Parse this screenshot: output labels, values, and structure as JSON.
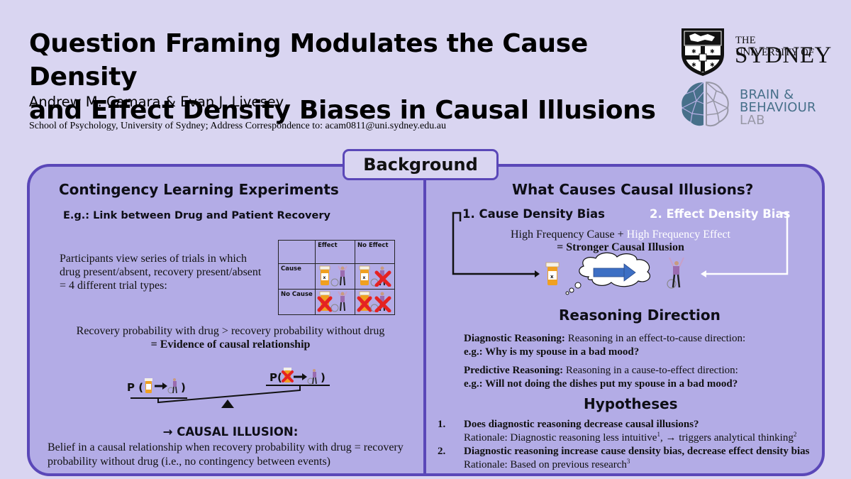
{
  "header": {
    "title_line1": "Question Framing Modulates the Cause Density",
    "title_line2": "and Effect Density Biases in Causal Illusions",
    "authors": "Andrew M. Camara & Evan J. Livesey",
    "affiliation": "School of Psychology, University of Sydney; Address Correspondence to: acam0811@uni.sydney.edu.au"
  },
  "logos": {
    "university": {
      "line1": "THE UNIVERSITY OF",
      "line2": "SYDNEY",
      "icon": "university-crest-icon"
    },
    "lab": {
      "line1": "BRAIN &",
      "line2": "BEHAVIOUR",
      "line3": "LAB",
      "icon": "brain-icon",
      "colors": {
        "primary": "#47708a",
        "secondary": "#9797a5"
      }
    }
  },
  "section": {
    "title": "Background",
    "colors": {
      "panel": "#b3ace6",
      "border": "#5a47b8",
      "page": "#d9d5f1"
    }
  },
  "left": {
    "heading": "Contingency  Learning Experiments",
    "subheading": "E.g.: Link between Drug and Patient Recovery",
    "description": "Participants view series of trials in which drug present/absent, recovery present/absent = 4 different trial types:",
    "table": {
      "columns": [
        "",
        "Effect",
        "No Effect"
      ],
      "rows": [
        {
          "label": "Cause",
          "cells": [
            "pill-bottle-icon + recovered-person-icon",
            "pill-bottle-icon + crossed-recovered-person-icon"
          ]
        },
        {
          "label": "No Cause",
          "cells": [
            "crossed-pill-bottle-icon + recovered-person-icon",
            "crossed-pill-bottle-icon + crossed-recovered-person-icon"
          ]
        }
      ]
    },
    "evidence_line1": "Recovery probability with drug > recovery probability without drug",
    "evidence_line2": "= Evidence of causal relationship",
    "balance": {
      "left_label_prefix": "P (",
      "left_label_suffix": ")",
      "right_label_prefix": "P(",
      "right_label_suffix": ")"
    },
    "illusion_heading": "→ CAUSAL ILLUSION:",
    "illusion_description": "Belief in a causal relationship when recovery probability with drug = recovery probability without drug (i.e., no contingency between events)"
  },
  "right": {
    "heading": "What Causes Causal Illusions?",
    "cause_bias": "1. Cause Density Bias",
    "effect_bias": "2. Effect Density Bias",
    "freq_cause": "High Frequency Cause + ",
    "freq_effect": "High  Frequency Effect",
    "stronger": "=  Stronger Causal Illusion",
    "reasoning_heading": "Reasoning Direction",
    "diagnostic": {
      "label": "Diagnostic Reasoning:",
      "text": " Reasoning in an effect-to-cause direction:",
      "example": "e.g.: Why is my spouse in a bad mood?"
    },
    "predictive": {
      "label": "Predictive Reasoning:",
      "text": " Reasoning in a cause-to-effect direction:",
      "example": "e.g.: Will not doing the dishes put my spouse in a bad mood?"
    },
    "hypotheses_heading": "Hypotheses",
    "hypotheses": [
      {
        "num": "1.",
        "question": "Does diagnostic reasoning decrease causal illusions?",
        "rationale_a": "Rationale: Diagnostic reasoning less intuitive",
        "sup_a": "1",
        "rationale_b": ", → triggers analytical thinking",
        "sup_b": "2"
      },
      {
        "num": "2.",
        "question": "Diagnostic reasoning increase cause density bias, decrease effect density bias",
        "rationale_a": "Rationale: Based on previous research",
        "sup_a": "3",
        "rationale_b": "",
        "sup_b": ""
      }
    ]
  }
}
